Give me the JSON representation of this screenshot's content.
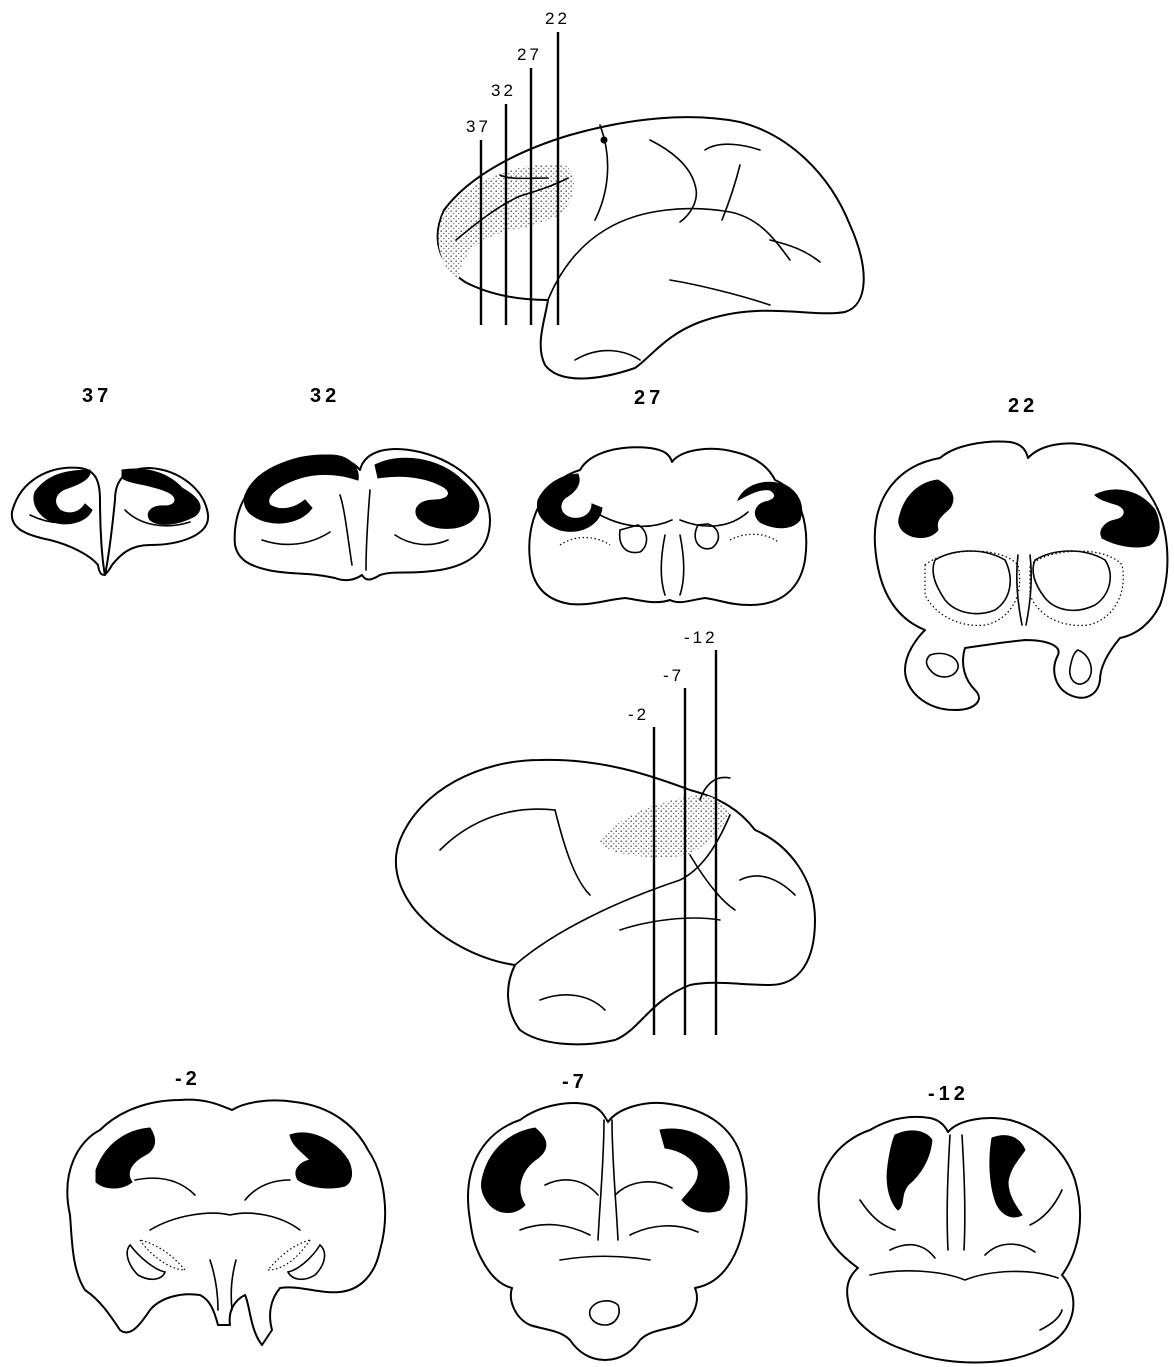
{
  "figure": {
    "top_view": {
      "cut_labels": [
        "22",
        "27",
        "32",
        "37"
      ]
    },
    "top_sections": {
      "labels": [
        "37",
        "32",
        "27",
        "22"
      ]
    },
    "bottom_view": {
      "cut_labels": [
        "-12",
        "-7",
        "-2"
      ]
    },
    "bottom_sections": {
      "labels": [
        "-2",
        "-7",
        "-12"
      ]
    },
    "colors": {
      "outline": "#000000",
      "labeled_region": "#000000",
      "stippled_region": "#bdbdbd",
      "background": "#ffffff"
    }
  }
}
